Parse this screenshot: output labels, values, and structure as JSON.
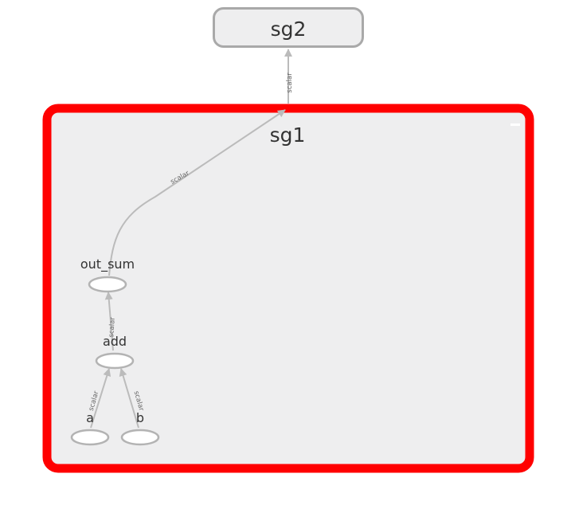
{
  "colors": {
    "canvas_bg": "#ffffff",
    "node_fill": "#eeeeef",
    "node_stroke": "#a9a9a9",
    "selected_stroke": "#ff0000",
    "edge": "#bbbbbb",
    "op_fill": "#ffffff",
    "op_stroke": "#b3b3b3"
  },
  "nodes": {
    "sg2": {
      "label": "sg2"
    },
    "sg1": {
      "label": "sg1",
      "selected": true
    },
    "out_sum": {
      "label": "out_sum"
    },
    "add": {
      "label": "add"
    },
    "a": {
      "label": "a"
    },
    "b": {
      "label": "b"
    }
  },
  "edges": [
    {
      "id": "sg1-sg2",
      "label": "scalar"
    },
    {
      "id": "outsum-sg1",
      "label": "scalar"
    },
    {
      "id": "add-outsum",
      "label": "scalar"
    },
    {
      "id": "a-add",
      "label": "scalar"
    },
    {
      "id": "b-add",
      "label": "scalar"
    }
  ],
  "icons": {
    "collapse": "minus-icon"
  }
}
